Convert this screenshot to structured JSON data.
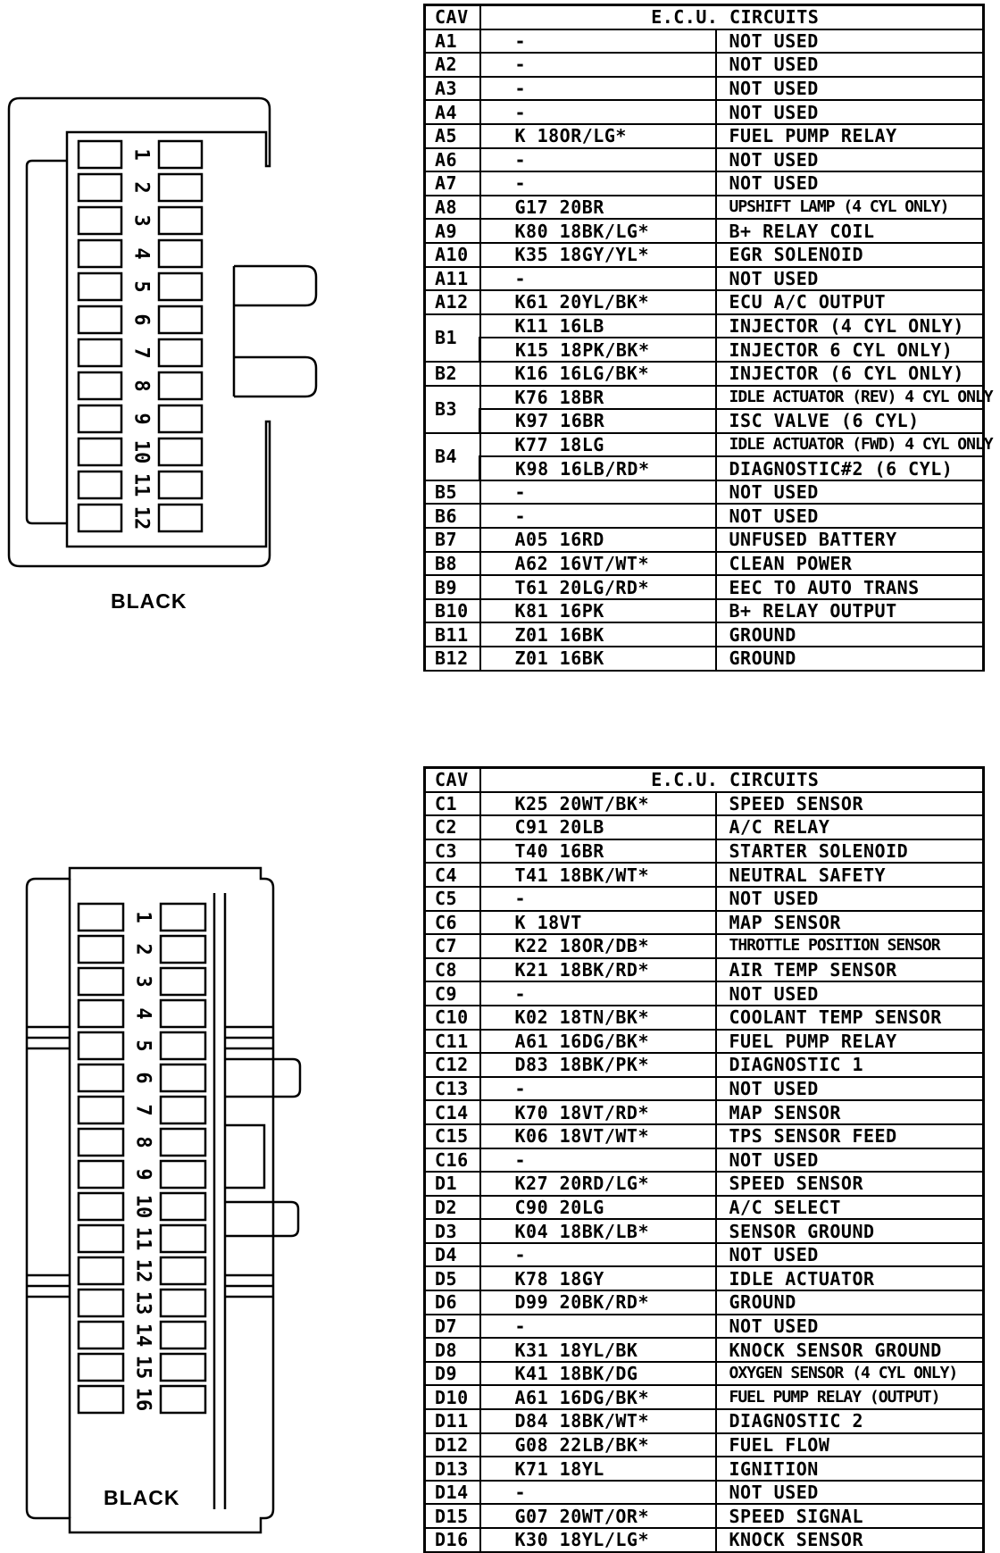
{
  "connector_a": {
    "color_label": "BLACK",
    "pin_numbers": [
      "1",
      "2",
      "3",
      "4",
      "5",
      "6",
      "7",
      "8",
      "9",
      "10",
      "11",
      "12"
    ]
  },
  "connector_c": {
    "color_label": "BLACK",
    "pin_numbers": [
      "1",
      "2",
      "3",
      "4",
      "5",
      "6",
      "7",
      "8",
      "9",
      "10",
      "11",
      "12",
      "13",
      "14",
      "15",
      "16"
    ]
  },
  "table_a": {
    "header_cav": "CAV",
    "header_circuits": "E.C.U.  CIRCUITS",
    "rows": [
      {
        "cav": "A1",
        "wire": "-",
        "func": "NOT USED"
      },
      {
        "cav": "A2",
        "wire": "-",
        "func": "NOT USED"
      },
      {
        "cav": "A3",
        "wire": "-",
        "func": "NOT USED"
      },
      {
        "cav": "A4",
        "wire": "-",
        "func": "NOT USED"
      },
      {
        "cav": "A5",
        "wire": "K 18OR/LG*",
        "func": "FUEL PUMP RELAY"
      },
      {
        "cav": "A6",
        "wire": "-",
        "func": "NOT USED"
      },
      {
        "cav": "A7",
        "wire": "-",
        "func": "NOT USED"
      },
      {
        "cav": "A8",
        "wire": "G17 20BR",
        "func": "UPSHIFT LAMP (4 CYL ONLY)"
      },
      {
        "cav": "A9",
        "wire": "K80 18BK/LG*",
        "func": "B+ RELAY COIL"
      },
      {
        "cav": "A10",
        "wire": "K35 18GY/YL*",
        "func": "EGR SOLENOID"
      },
      {
        "cav": "A11",
        "wire": "-",
        "func": "NOT USED"
      },
      {
        "cav": "A12",
        "wire": "K61 20YL/BK*",
        "func": "ECU A/C OUTPUT"
      },
      {
        "cav": "B1",
        "wire": "K11 16LB",
        "func": "INJECTOR (4 CYL ONLY)"
      },
      {
        "cav": "",
        "wire": "K15 18PK/BK*",
        "func": "INJECTOR 6 CYL ONLY)"
      },
      {
        "cav": "B2",
        "wire": "K16 16LG/BK*",
        "func": "INJECTOR (6 CYL ONLY)"
      },
      {
        "cav": "B3",
        "wire": "K76 18BR",
        "func": "IDLE ACTUATOR (REV) 4 CYL ONLY"
      },
      {
        "cav": "",
        "wire": "K97 16BR",
        "func": "ISC VALVE (6 CYL)"
      },
      {
        "cav": "B4",
        "wire": "K77 18LG",
        "func": "IDLE ACTUATOR (FWD) 4 CYL ONLY"
      },
      {
        "cav": "",
        "wire": "K98 16LB/RD*",
        "func": "DIAGNOSTIC#2 (6 CYL)"
      },
      {
        "cav": "B5",
        "wire": "-",
        "func": "NOT USED"
      },
      {
        "cav": "B6",
        "wire": "-",
        "func": "NOT USED"
      },
      {
        "cav": "B7",
        "wire": "A05 16RD",
        "func": "UNFUSED BATTERY"
      },
      {
        "cav": "B8",
        "wire": "A62 16VT/WT*",
        "func": "CLEAN POWER"
      },
      {
        "cav": "B9",
        "wire": "T61 20LG/RD*",
        "func": "EEC TO AUTO TRANS"
      },
      {
        "cav": "B10",
        "wire": "K81 16PK",
        "func": "B+ RELAY OUTPUT"
      },
      {
        "cav": "B11",
        "wire": "Z01 16BK",
        "func": "GROUND"
      },
      {
        "cav": "B12",
        "wire": "Z01 16BK",
        "func": "GROUND"
      }
    ]
  },
  "table_c": {
    "header_cav": "CAV",
    "header_circuits": "E.C.U.  CIRCUITS",
    "rows": [
      {
        "cav": "C1",
        "wire": "K25 20WT/BK*",
        "func": "SPEED SENSOR"
      },
      {
        "cav": "C2",
        "wire": "C91 20LB",
        "func": "A/C RELAY"
      },
      {
        "cav": "C3",
        "wire": "T40 16BR",
        "func": "STARTER SOLENOID"
      },
      {
        "cav": "C4",
        "wire": "T41 18BK/WT*",
        "func": "NEUTRAL SAFETY"
      },
      {
        "cav": "C5",
        "wire": "-",
        "func": "NOT USED"
      },
      {
        "cav": "C6",
        "wire": "K 18VT",
        "func": "MAP SENSOR"
      },
      {
        "cav": "C7",
        "wire": "K22 18OR/DB*",
        "func": "THROTTLE POSITION SENSOR"
      },
      {
        "cav": "C8",
        "wire": "K21 18BK/RD*",
        "func": "AIR TEMP SENSOR"
      },
      {
        "cav": "C9",
        "wire": "-",
        "func": "NOT USED"
      },
      {
        "cav": "C10",
        "wire": "K02 18TN/BK*",
        "func": "COOLANT TEMP SENSOR"
      },
      {
        "cav": "C11",
        "wire": "A61 16DG/BK*",
        "func": "FUEL PUMP RELAY"
      },
      {
        "cav": "C12",
        "wire": "D83 18BK/PK*",
        "func": "DIAGNOSTIC 1"
      },
      {
        "cav": "C13",
        "wire": "-",
        "func": "NOT USED"
      },
      {
        "cav": "C14",
        "wire": "K70 18VT/RD*",
        "func": "MAP SENSOR"
      },
      {
        "cav": "C15",
        "wire": "K06 18VT/WT*",
        "func": "TPS SENSOR FEED"
      },
      {
        "cav": "C16",
        "wire": "-",
        "func": "NOT USED"
      },
      {
        "cav": "D1",
        "wire": "K27 20RD/LG*",
        "func": "SPEED SENSOR"
      },
      {
        "cav": "D2",
        "wire": "C90 20LG",
        "func": "A/C SELECT"
      },
      {
        "cav": "D3",
        "wire": "K04 18BK/LB*",
        "func": "SENSOR GROUND"
      },
      {
        "cav": "D4",
        "wire": "-",
        "func": "NOT USED"
      },
      {
        "cav": "D5",
        "wire": "K78 18GY",
        "func": "IDLE ACTUATOR"
      },
      {
        "cav": "D6",
        "wire": "D99 20BK/RD*",
        "func": "GROUND"
      },
      {
        "cav": "D7",
        "wire": "-",
        "func": "NOT USED"
      },
      {
        "cav": "D8",
        "wire": "K31 18YL/BK",
        "func": "KNOCK SENSOR GROUND"
      },
      {
        "cav": "D9",
        "wire": "K41 18BK/DG",
        "func": "OXYGEN SENSOR (4 CYL ONLY)"
      },
      {
        "cav": "D10",
        "wire": "A61 16DG/BK*",
        "func": "FUEL PUMP RELAY (OUTPUT)"
      },
      {
        "cav": "D11",
        "wire": "D84 18BK/WT*",
        "func": "DIAGNOSTIC 2"
      },
      {
        "cav": "D12",
        "wire": "G08 22LB/BK*",
        "func": "FUEL FLOW"
      },
      {
        "cav": "D13",
        "wire": "K71 18YL",
        "func": "IGNITION"
      },
      {
        "cav": "D14",
        "wire": "-",
        "func": "NOT USED"
      },
      {
        "cav": "D15",
        "wire": "G07 20WT/OR*",
        "func": "SPEED SIGNAL"
      },
      {
        "cav": "D16",
        "wire": "K30 18YL/LG*",
        "func": "KNOCK SENSOR"
      }
    ]
  }
}
